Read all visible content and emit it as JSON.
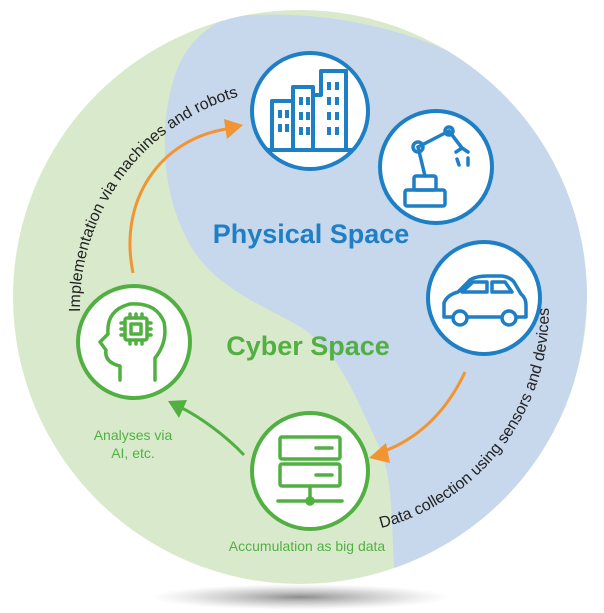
{
  "labels": {
    "physical_space": "Physical Space",
    "cyber_space": "Cyber Space",
    "implementation": "Implementation via machines and robots",
    "data_collection": "Data collection using sensors and devices",
    "analyses_line1": "Analyses via",
    "analyses_line2": "AI, etc.",
    "accumulation": "Accumulation as big data"
  },
  "colors": {
    "physical_region": "#c7d7ec",
    "cyber_region": "#d9eacc",
    "physical_blue": "#1f7fc4",
    "cyber_green": "#52b043",
    "arrow_orange": "#f29432",
    "text_dark": "#222222"
  },
  "icons": {
    "physical": [
      "buildings-icon",
      "robot-arm-icon",
      "car-icon"
    ],
    "cyber": [
      "ai-head-icon",
      "server-icon"
    ]
  }
}
